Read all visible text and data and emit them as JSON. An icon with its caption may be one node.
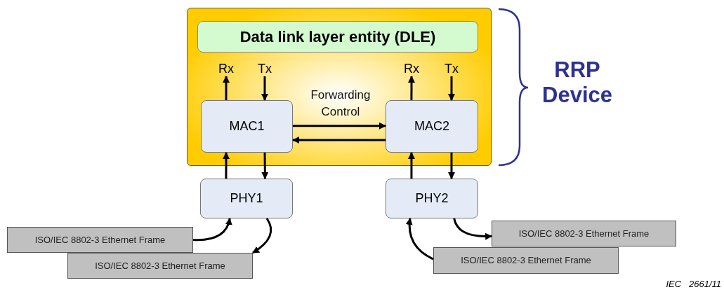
{
  "diagram": {
    "nodes": [
      {
        "text": [],
        "shape": "box",
        "beside": [
          "RRP Device"
        ]
      },
      {
        "text": [
          "Data link layer entity (DLE)"
        ],
        "in": 0
      },
      {
        "text": [
          "Rx"
        ],
        "in": 0
      },
      {
        "text": [
          "Tx"
        ],
        "in": 0
      },
      {
        "text": [
          "MAC1"
        ],
        "in": 0
      },
      {
        "text": [
          "Rx"
        ],
        "in": 0
      },
      {
        "text": [
          "Tx"
        ],
        "in": 0
      },
      {
        "text": [
          "MAC2"
        ],
        "in": 0
      },
      {
        "text": [
          "PHY1"
        ]
      },
      {
        "text": [
          "PHY2"
        ]
      },
      {
        "text": [
          "ISO/IEC 8802-3 Ethernet Frame"
        ]
      },
      {
        "text": [
          "ISO/IEC 8802-3 Ethernet Frame"
        ]
      },
      {
        "text": [
          "ISO/IEC 8802-3 Ethernet Frame"
        ]
      },
      {
        "text": [
          "ISO/IEC 8802-3 Ethernet Frame"
        ]
      }
    ],
    "edges": [
      {
        "from": 4,
        "to": 2,
        "arrow": "to"
      },
      {
        "from": 3,
        "to": 4,
        "arrow": "to"
      },
      {
        "from": 7,
        "to": 5,
        "arrow": "to"
      },
      {
        "from": 6,
        "to": 7,
        "arrow": "to"
      },
      {
        "from": 4,
        "to": 7,
        "arrow": "to",
        "label": "Forwarding Control"
      },
      {
        "from": 7,
        "to": 4,
        "arrow": "to"
      },
      {
        "from": 8,
        "to": 4,
        "arrow": "to"
      },
      {
        "from": 4,
        "to": 8,
        "arrow": "to"
      },
      {
        "from": 9,
        "to": 7,
        "arrow": "to"
      },
      {
        "from": 7,
        "to": 9,
        "arrow": "to"
      },
      {
        "from": 10,
        "to": 8,
        "arrow": "to"
      },
      {
        "from": 8,
        "to": 11,
        "arrow": "to"
      },
      {
        "from": 13,
        "to": 9,
        "arrow": "to"
      },
      {
        "from": 9,
        "to": 12,
        "arrow": "to"
      }
    ],
    "labels": [
      "IEC   2661/11"
    ]
  }
}
